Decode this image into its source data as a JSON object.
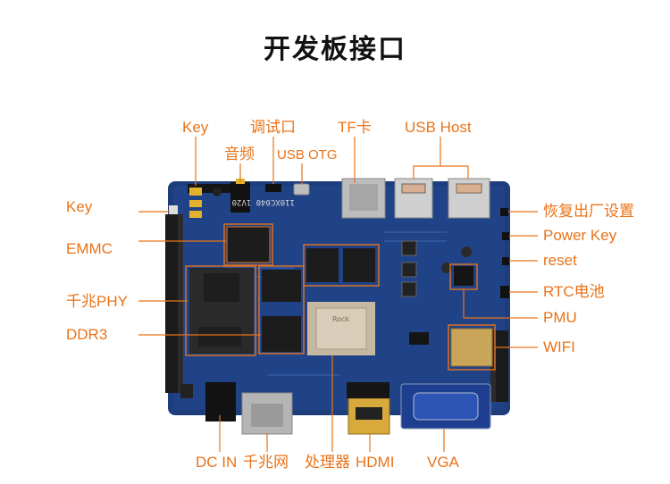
{
  "title": "开发板接口",
  "accent_color": "#e8731a",
  "board_color": "#1d3b7a",
  "labels": {
    "key_top": "Key",
    "debug_port": "调试口",
    "tf_card": "TF卡",
    "usb_host": "USB Host",
    "audio": "音频",
    "usb_otg": "USB OTG",
    "key_left": "Key",
    "emmc": "EMMC",
    "gbe_phy": "千兆PHY",
    "ddr3": "DDR3",
    "factory_reset": "恢复出厂设置",
    "power_key": "Power  Key",
    "reset": "reset",
    "rtc_battery": "RTC电池",
    "pmu": "PMU",
    "wifi": "WIFI",
    "dc_in": "DC IN",
    "gbe_port": "千兆网",
    "processor": "处理器",
    "hdmi": "HDMI",
    "vga": "VGA"
  },
  "silkscreen": {
    "board_name": "110XC040 1V20",
    "processor_brand": "Rock"
  }
}
